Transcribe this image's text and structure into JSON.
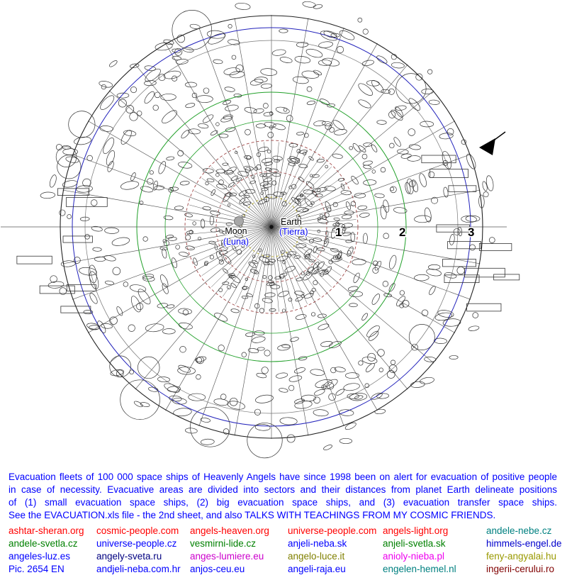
{
  "diagram": {
    "labels": {
      "earth": "Earth",
      "earth_sub": "(Tierra)",
      "moon": "Moon",
      "moon_sub": "(Luna)",
      "zone1": "1",
      "zone2": "2",
      "zone3": "3"
    },
    "colors": {
      "ink": "#333333",
      "spoke": "#555555",
      "ring_outer": "#222222",
      "ring_blue": "#2222bb",
      "ring_green": "#22a02a",
      "ring_dashed_red": "#a04848",
      "ring_dashed_yellow": "#b0a000",
      "moon_fill": "#a8a8a8",
      "arrow": "#000000"
    }
  },
  "caption": {
    "color": "#0000ff",
    "lines": [
      "Evacuation fleets of 100 000 space ships of Heavenly Angels have since 1998 been on alert for evacuation of positive people",
      "in case of necessity. Evacuative areas are divided into sectors and their distances from planet Earth delineate positions",
      "of (1) small evacuation space ships, (2) big evacuation space ships, and (3) evacuation transfer space ships.",
      "See the EVACUATION.xls file - the 2nd sheet, and also TALKS WITH TEACHINGS FROM MY COSMIC FRIENDS."
    ]
  },
  "links": {
    "rows": [
      [
        {
          "label": "ashtar-sheran.org",
          "color": "#ff0000"
        },
        {
          "label": "cosmic-people.com",
          "color": "#ff0000"
        },
        {
          "label": "angels-heaven.org",
          "color": "#ff0000"
        },
        {
          "label": "universe-people.com",
          "color": "#ff0000"
        },
        {
          "label": "angels-light.org",
          "color": "#ff0000"
        },
        {
          "label": "andele-nebe.cz",
          "color": "#008080"
        }
      ],
      [
        {
          "label": "andele-svetla.cz",
          "color": "#008000"
        },
        {
          "label": "universe-people.cz",
          "color": "#0000ff"
        },
        {
          "label": "vesmirni-lide.cz",
          "color": "#008000"
        },
        {
          "label": "anjeli-neba.sk",
          "color": "#0000ff"
        },
        {
          "label": "anjeli-svetla.sk",
          "color": "#008000"
        },
        {
          "label": "himmels-engel.de",
          "color": "#0000cc"
        }
      ],
      [
        {
          "label": "angeles-luz.es",
          "color": "#0000ff"
        },
        {
          "label": "angely-sveta.ru",
          "color": "#000080"
        },
        {
          "label": "anges-lumiere.eu",
          "color": "#cc00cc"
        },
        {
          "label": "angelo-luce.it",
          "color": "#808000"
        },
        {
          "label": "anioly-nieba.pl",
          "color": "#ee00ee"
        },
        {
          "label": "feny-angyalai.hu",
          "color": "#999900"
        }
      ],
      [
        {
          "label": "Pic. 2654 EN",
          "color": "#0000ff",
          "caption": true
        },
        {
          "label": "andjeli-neba.com.hr",
          "color": "#0000ff"
        },
        {
          "label": "anjos-ceu.eu",
          "color": "#0000ff"
        },
        {
          "label": "angeli-raja.eu",
          "color": "#0000ff"
        },
        {
          "label": "engelen-hemel.nl",
          "color": "#008080"
        },
        {
          "label": "ingerii-cerului.ro",
          "color": "#800000"
        }
      ]
    ]
  }
}
